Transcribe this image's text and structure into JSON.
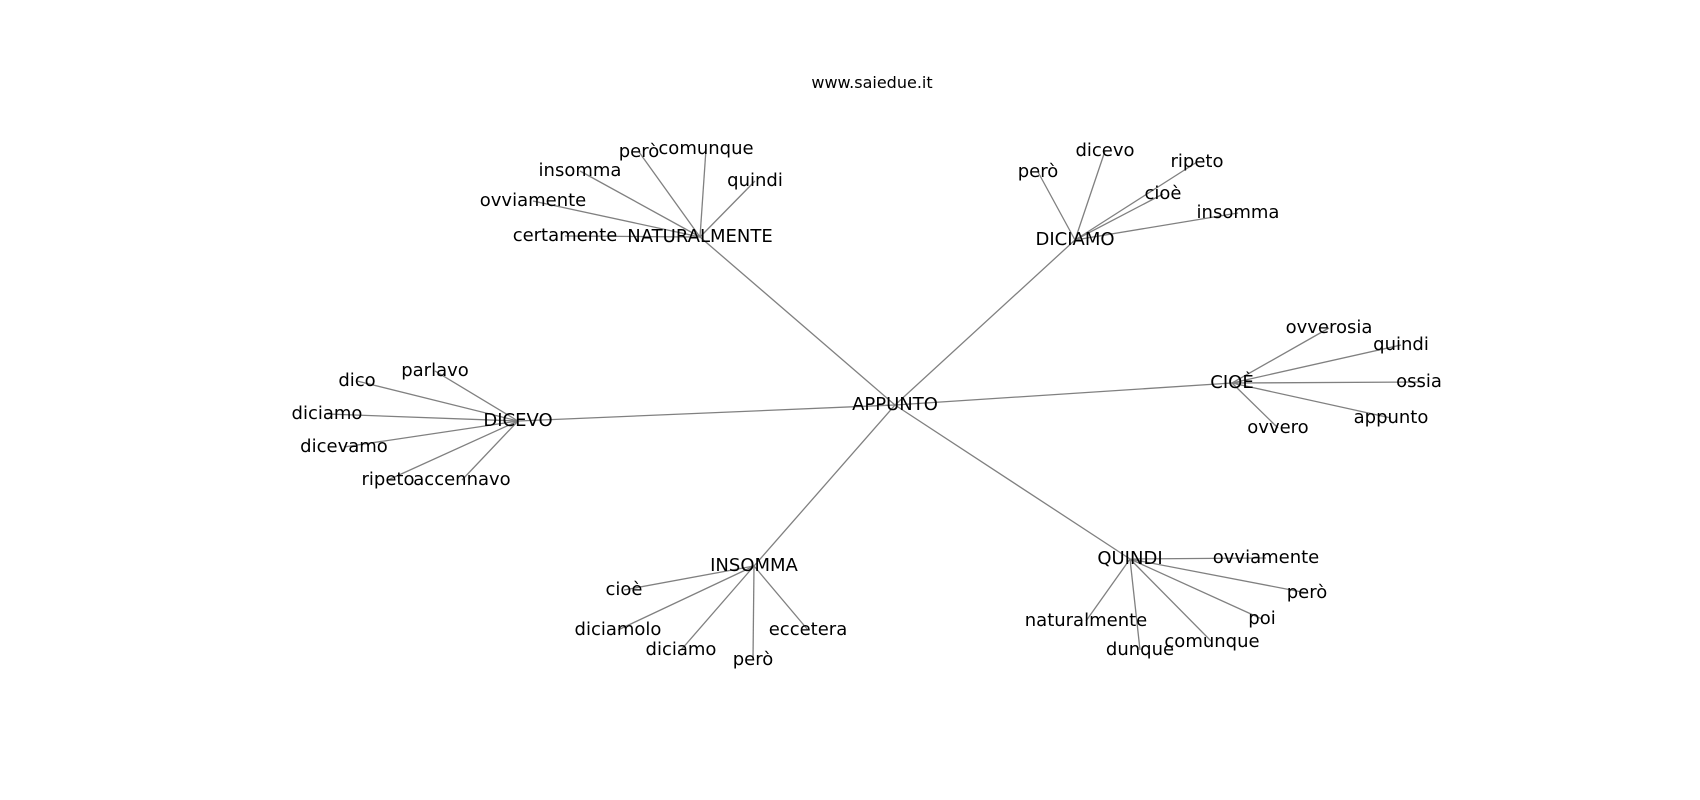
{
  "title": "www.saiedue.it",
  "edge_color": "#808080",
  "text_color": "#000000",
  "graph": {
    "root": "APPUNTO",
    "hubs": [
      {
        "name": "NATURALMENTE",
        "children": [
          "però",
          "comunque",
          "insomma",
          "quindi",
          "ovviamente",
          "certamente"
        ]
      },
      {
        "name": "DICIAMO",
        "children": [
          "però",
          "dicevo",
          "ripeto",
          "cioè",
          "insomma"
        ]
      },
      {
        "name": "CIOÈ",
        "children": [
          "ovverosia",
          "quindi",
          "ossia",
          "appunto",
          "ovvero"
        ]
      },
      {
        "name": "DICEVO",
        "children": [
          "dico",
          "parlavo",
          "diciamo",
          "dicevamo",
          "ripeto",
          "accennavo"
        ]
      },
      {
        "name": "INSOMMA",
        "children": [
          "cioè",
          "diciamolo",
          "eccetera",
          "diciamo",
          "però"
        ]
      },
      {
        "name": "QUINDI",
        "children": [
          "ovviamente",
          "però",
          "poi",
          "naturalmente",
          "dunque",
          "comunque"
        ]
      }
    ]
  }
}
